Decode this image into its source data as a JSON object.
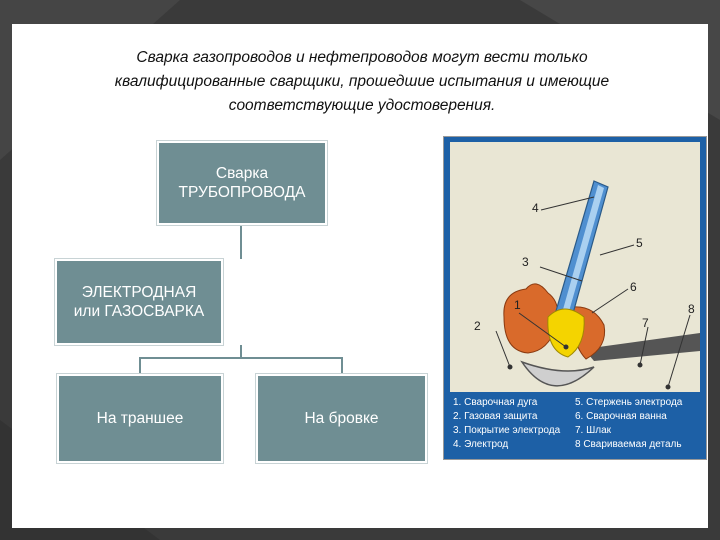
{
  "intro": {
    "line1": "Сварка газопроводов и нефтепроводов  могут вести только",
    "line2": "квалифицированные сварщики, прошедшие испытания и имеющие",
    "line3": "соответствующие удостоверения."
  },
  "diagram": {
    "root": {
      "line1": "Сварка",
      "line2": "ТРУБОПРОВОДА"
    },
    "method": {
      "line1": "ЭЛЕКТРОДНАЯ",
      "line2": "или ГАЗОСВАРКА"
    },
    "place_trench": "На траншее",
    "place_edge": "На бровке"
  },
  "figure": {
    "callouts": [
      "1",
      "2",
      "3",
      "4",
      "5",
      "6",
      "7",
      "8"
    ],
    "legend": [
      "1. Сварочная дуга",
      "5. Стержень электрода",
      "2. Газовая защита",
      "6. Сварочная ванна",
      "3. Покрытие электрода",
      "7. Шлак",
      "4. Электрод",
      "8 Свариваемая деталь"
    ],
    "colors": {
      "panel": "#1d60a6",
      "background": "#e9e6d4",
      "electrode_coating": "#4f8fd0",
      "electrode_core": "#aad0f0",
      "gas_shield": "#d96a2b",
      "arc": "#f4d400",
      "slag": "#6b6b6b"
    }
  },
  "theme": {
    "node_fill": "#6f8e93",
    "page_bg": "#3a3a3a"
  }
}
